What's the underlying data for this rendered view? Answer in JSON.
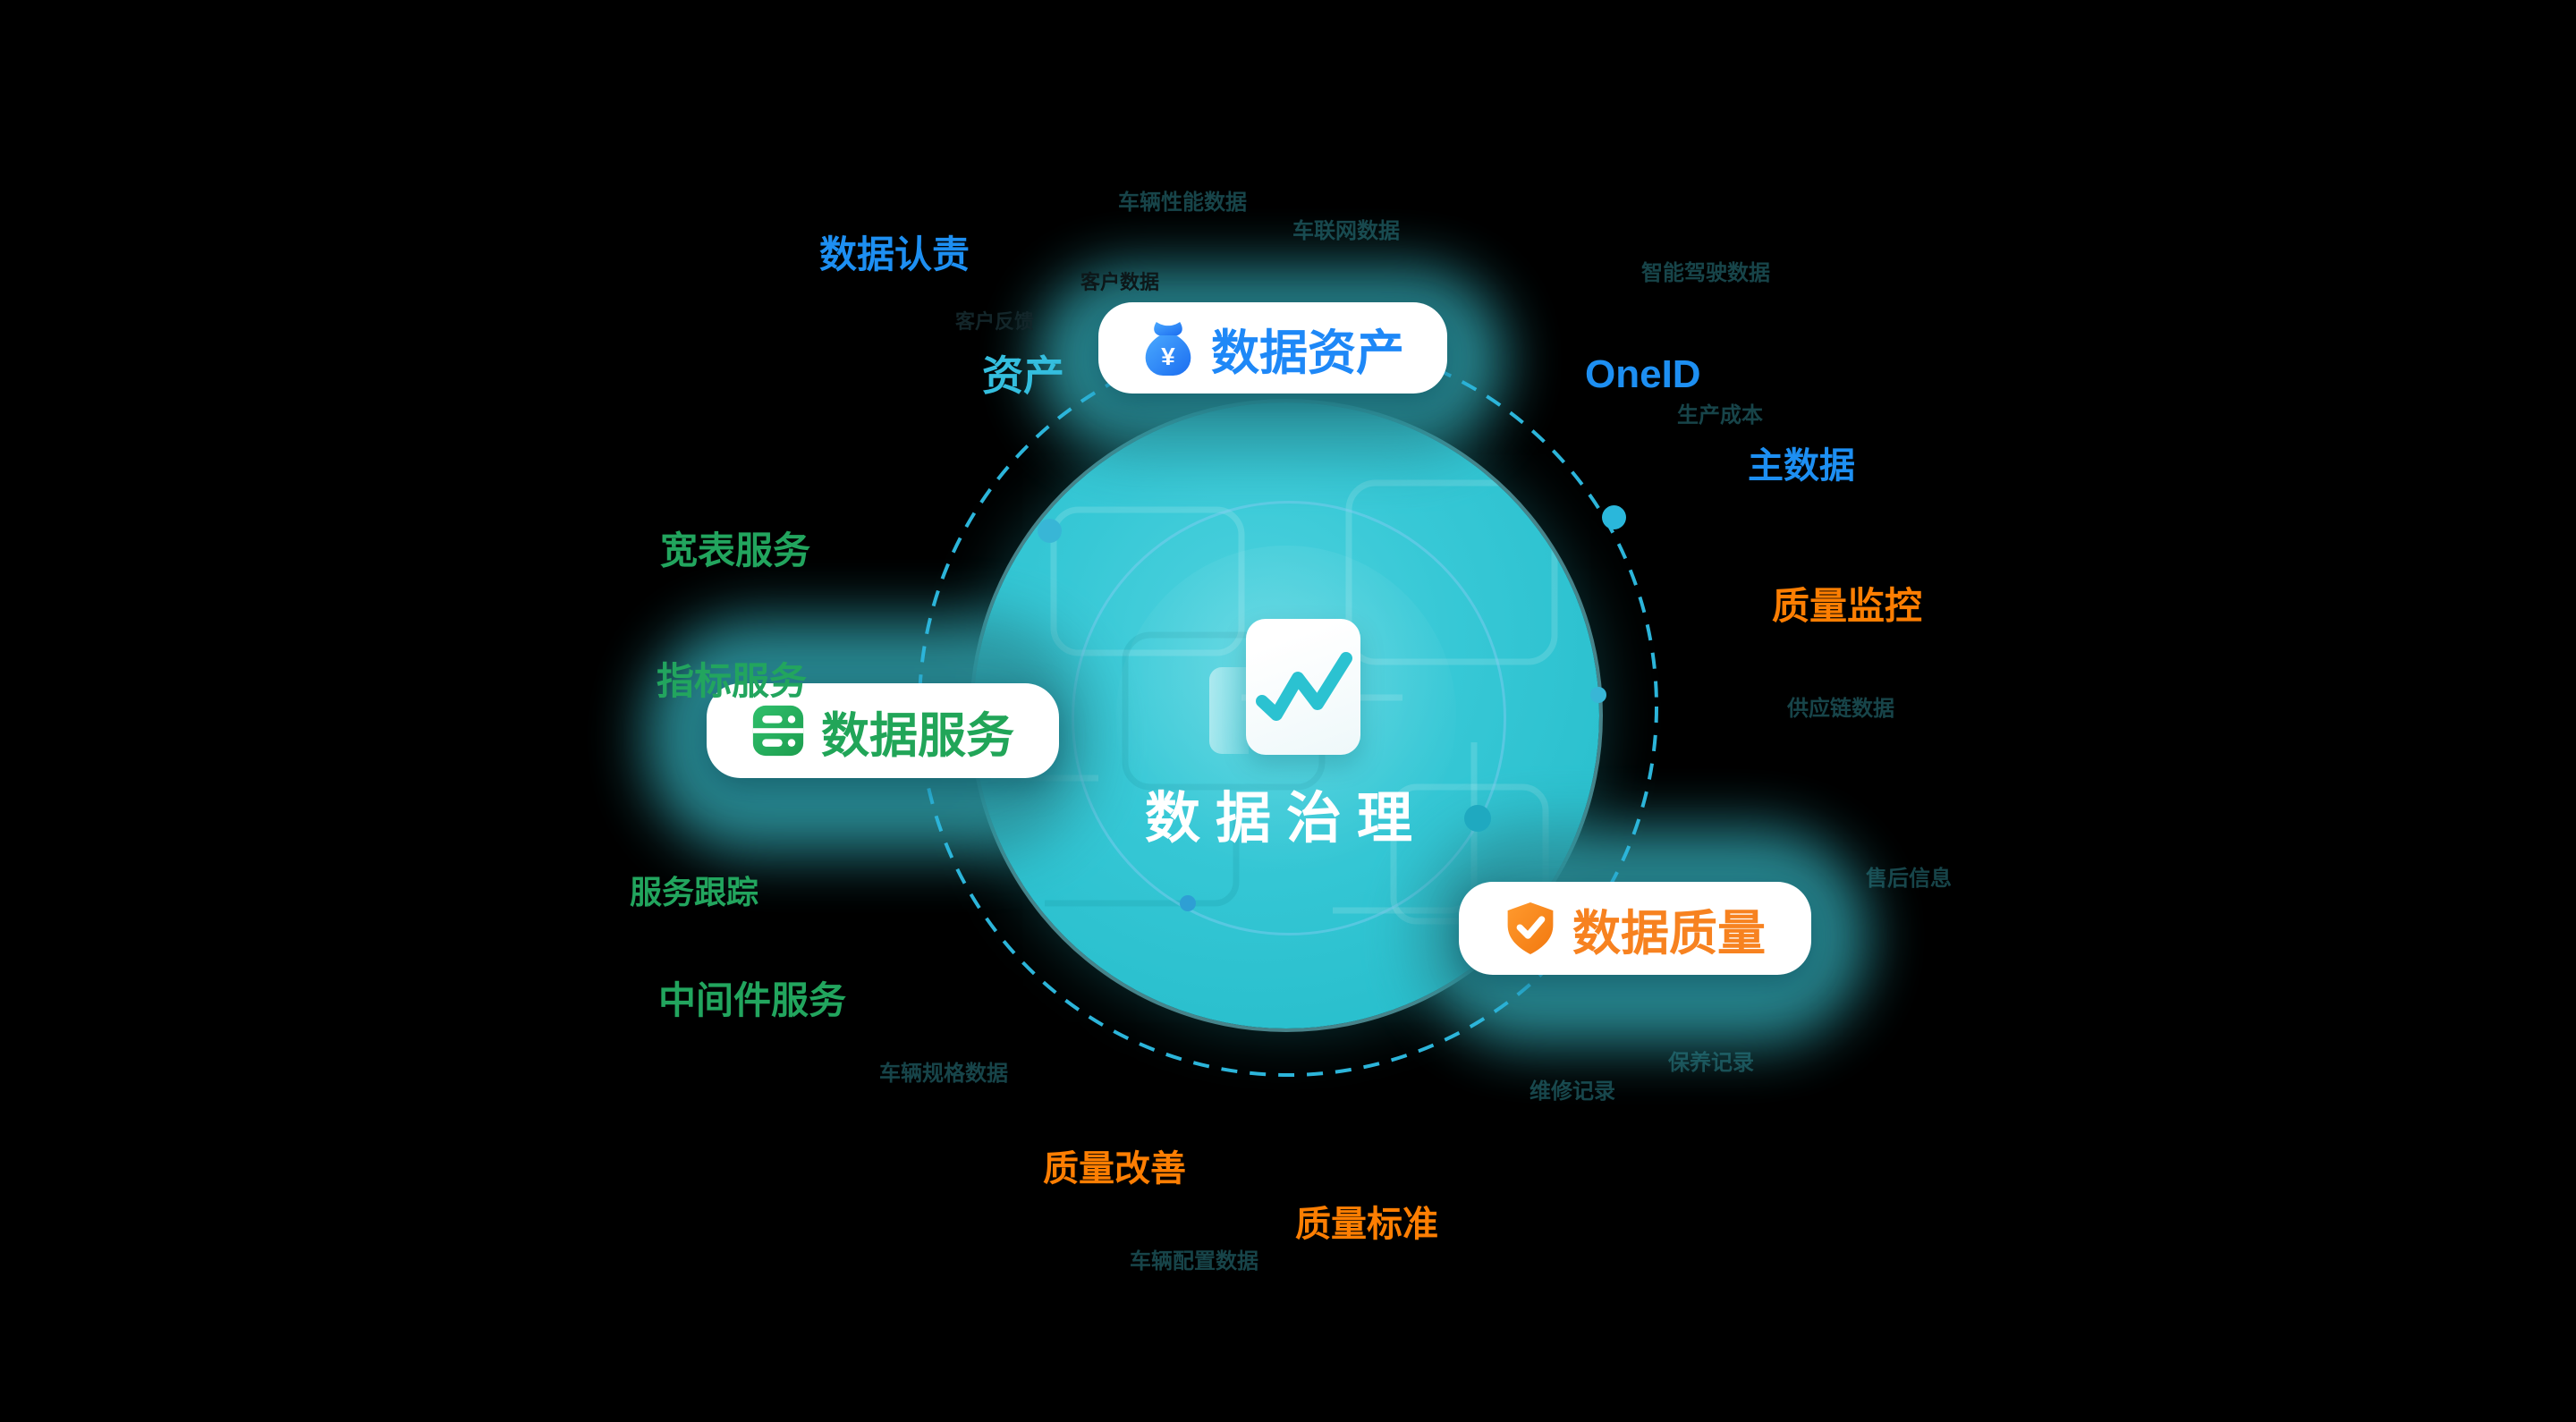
{
  "center": {
    "title": "数据治理"
  },
  "pills": {
    "asset": {
      "label": "数据资产",
      "icon_symbol": "¥"
    },
    "service": {
      "label": "数据服务"
    },
    "quality": {
      "label": "数据质量"
    }
  },
  "labels": {
    "blue": {
      "responsibility": "数据认责",
      "oneid": "OneID",
      "master_data": "主数据"
    },
    "orange": {
      "quality_monitor": "质量监控",
      "quality_improve": "质量改善",
      "quality_standard": "质量标准"
    },
    "green": {
      "wide_table_service": "宽表服务",
      "indicator_service": "指标服务",
      "service_tracking": "服务跟踪",
      "middleware_service": "中间件服务"
    },
    "teal_partial": {
      "asset": "资产"
    },
    "dark": {
      "customer_data": "客户数据",
      "customer_feedback": "客户反馈"
    },
    "faint": {
      "vehicle_performance_data": "车辆性能数据",
      "telematics_data": "车联网数据",
      "intelligent_driving_data": "智能驾驶数据",
      "production_cost": "生产成本",
      "supply_chain_data": "供应链数据",
      "aftersales_info": "售后信息",
      "maintenance_records": "保养记录",
      "repair_records": "维修记录",
      "vehicle_spec_data": "车辆规格数据",
      "vehicle_config_data": "车辆配置数据"
    }
  },
  "colors": {
    "background": "#000000",
    "main_circle": "#2bc0ce",
    "orbit_dash": "#2cb5da",
    "glow": "#2b929c",
    "blue_accent": "#1d8ff2",
    "green_accent": "#22a55e",
    "orange_accent": "#f78220",
    "white": "#ffffff"
  }
}
